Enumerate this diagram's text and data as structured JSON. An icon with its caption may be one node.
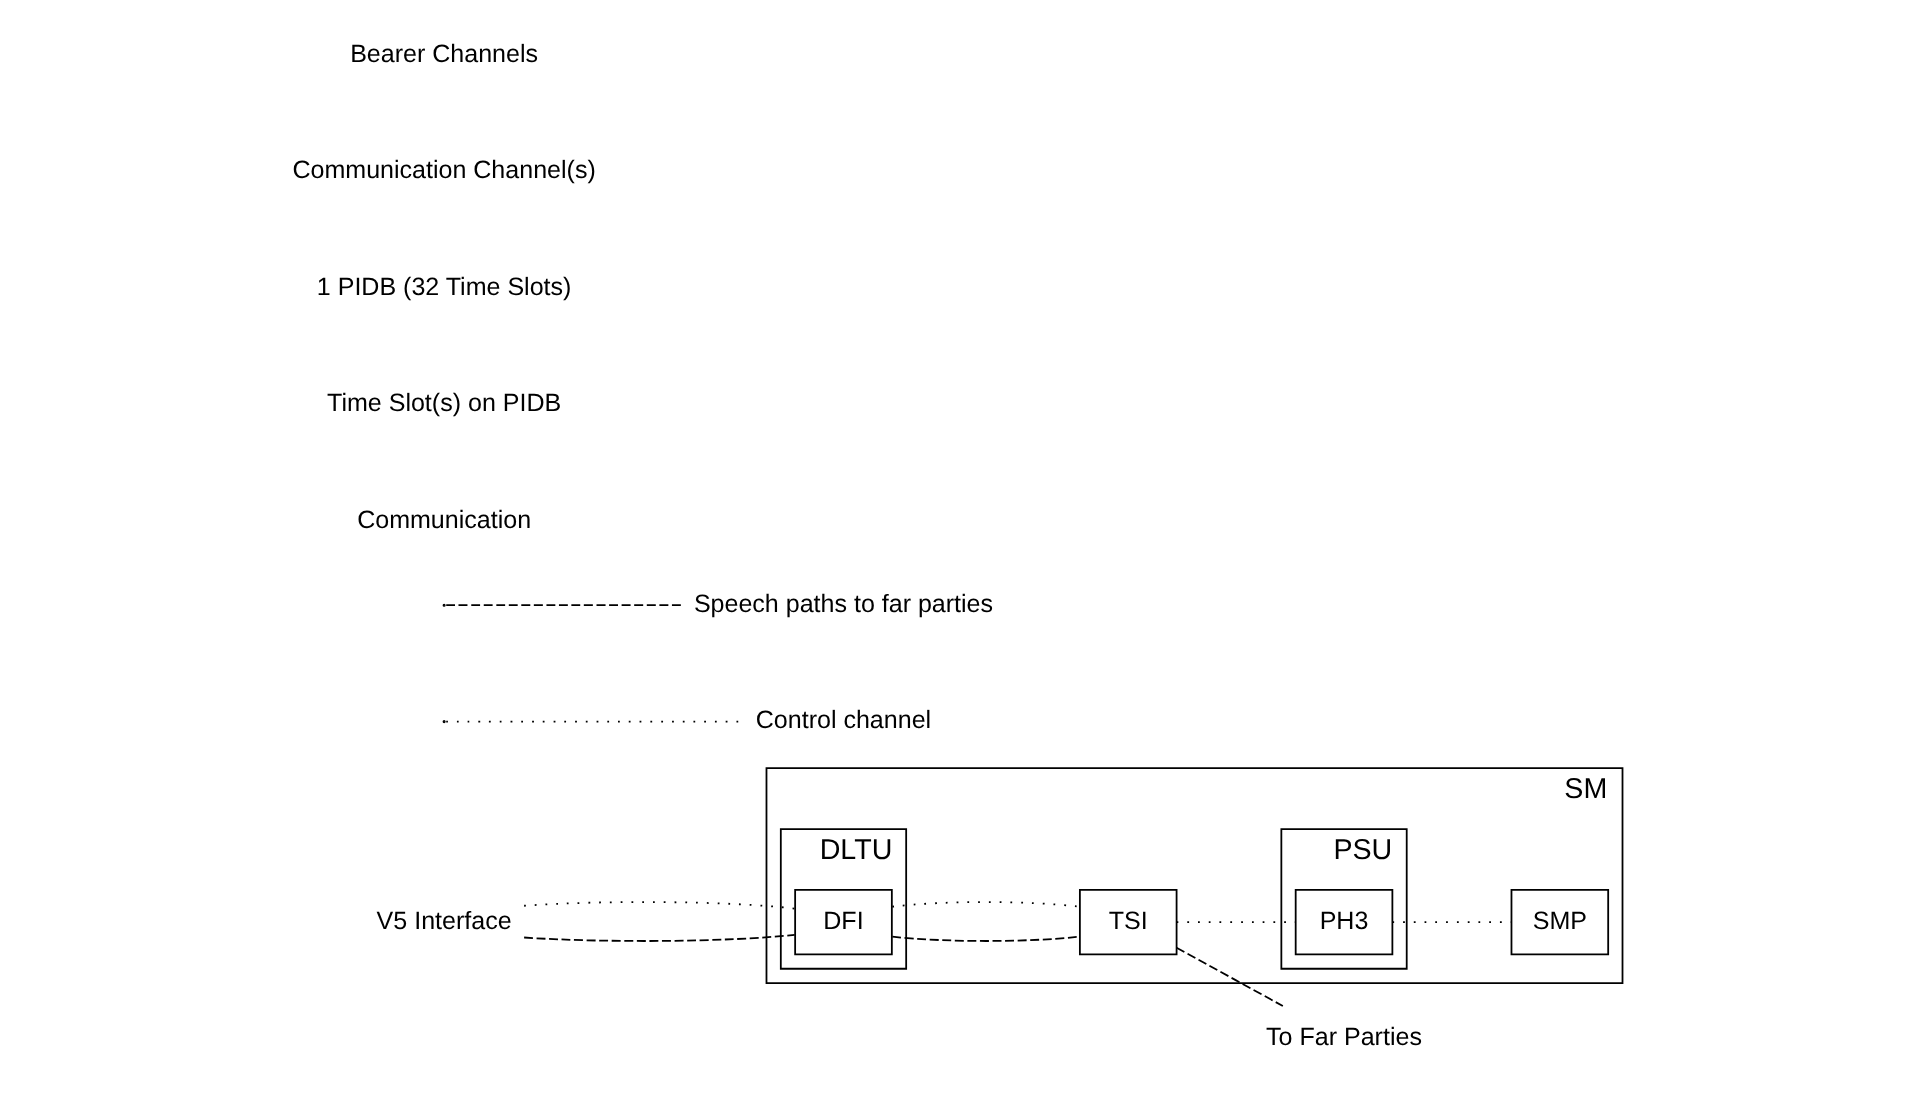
{
  "diagram": {
    "nodes": [
      {
        "text": [
          "SM"
        ]
      },
      {
        "text": [
          "DLTU"
        ],
        "in": 0
      },
      {
        "text": [
          "DFI"
        ],
        "in": 1
      },
      {
        "text": [
          "TSI"
        ],
        "in": 0
      },
      {
        "text": [
          "PSU"
        ],
        "in": 0
      },
      {
        "text": [
          "PH3"
        ],
        "in": 4
      },
      {
        "text": [
          "SMP"
        ],
        "in": 0
      },
      {
        "text": [
          "V5 Interface"
        ]
      },
      {
        "text": [
          "To Far Parties"
        ]
      }
    ],
    "edges": [
      {
        "from": 7,
        "to": 2,
        "arrow": "none",
        "style": "dashed"
      },
      {
        "from": 7,
        "to": 2,
        "arrow": "none"
      },
      {
        "from": 2,
        "to": 3,
        "arrow": "none",
        "style": "dashed"
      },
      {
        "from": 2,
        "to": 3,
        "arrow": "none"
      },
      {
        "from": 3,
        "to": 8,
        "arrow": "none",
        "style": "dashed"
      },
      {
        "from": 3,
        "to": 5,
        "arrow": "none"
      },
      {
        "from": 5,
        "to": 6,
        "arrow": "none"
      }
    ],
    "labels": [
      "Bearer Channels",
      "Communication Channel(s)",
      "1 PIDB (32 Time Slots)",
      "Time Slot(s) on PIDB",
      "Communication"
    ],
    "legend": [
      {
        "text": "Speech paths to far parties"
      },
      {
        "text": "Control channel"
      }
    ]
  }
}
